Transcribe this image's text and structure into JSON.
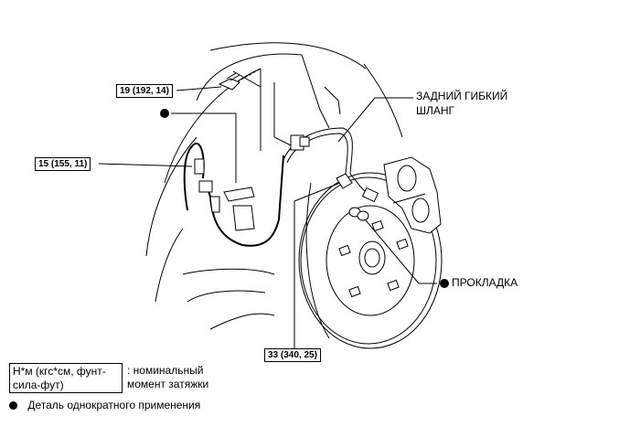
{
  "callouts": {
    "bolt_top": "19 (192, 14)",
    "union_left": "15 (155, 11)",
    "bolt_bottom": "33 (340, 25)"
  },
  "labels": {
    "hose_line1": "ЗАДНИЙ ГИБКИЙ",
    "hose_line2": "ШЛАНГ",
    "gasket": "ПРОКЛАДКА"
  },
  "legend": {
    "units_line1": "Н*м (кгс*см, фунт-",
    "units_line2": "сила-фут)",
    "desc_line1": ": номинальный",
    "desc_line2": "момент затяжки",
    "single_use": "Деталь однократного применения"
  }
}
